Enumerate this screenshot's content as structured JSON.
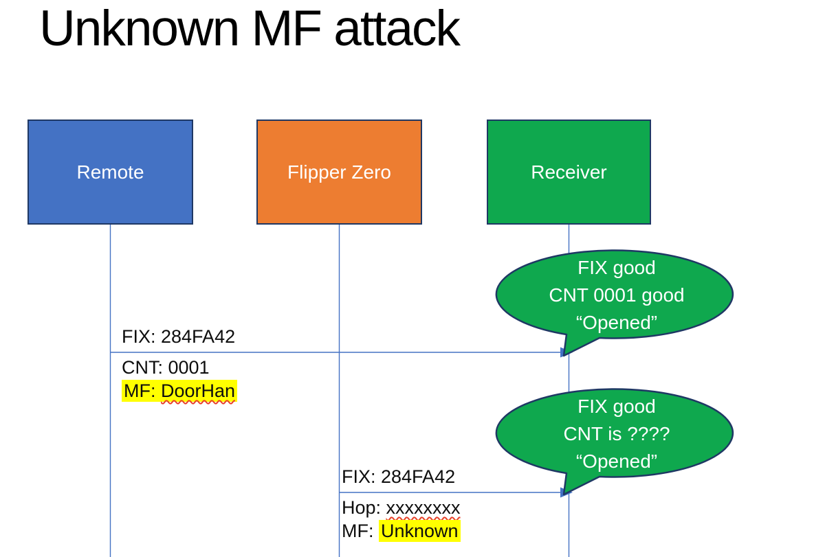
{
  "title": "Unknown MF attack",
  "actors": [
    {
      "id": "remote",
      "label": "Remote",
      "fill": "#4472C4"
    },
    {
      "id": "flipper-zero",
      "label": "Flipper Zero",
      "fill": "#ED7D31"
    },
    {
      "id": "receiver",
      "label": "Receiver",
      "fill": "#0FA84E"
    }
  ],
  "messages": [
    {
      "from": "Remote",
      "to": "Receiver",
      "above": "FIX: 284FA42",
      "below": [
        {
          "prefix": "CNT: ",
          "value": "0001",
          "highlight_prefix": false,
          "highlight_value": false,
          "squiggle": false
        },
        {
          "prefix": "MF: ",
          "value": "DoorHan",
          "highlight_prefix": true,
          "highlight_value": true,
          "squiggle": true
        }
      ]
    },
    {
      "from": "Flipper Zero",
      "to": "Receiver",
      "above": "FIX: 284FA42",
      "below": [
        {
          "prefix": "Hop: ",
          "value": "xxxxxxxx",
          "highlight_prefix": false,
          "highlight_value": false,
          "squiggle": true
        },
        {
          "prefix": "MF: ",
          "value": "Unknown",
          "highlight_prefix": false,
          "highlight_value": true,
          "squiggle": false
        }
      ]
    }
  ],
  "callouts": [
    {
      "speaker": "Receiver",
      "lines": [
        "FIX good",
        "CNT 0001 good",
        "“Opened”"
      ]
    },
    {
      "speaker": "Receiver",
      "lines": [
        "FIX good",
        "CNT is ????",
        "“Opened”"
      ]
    }
  ],
  "colors": {
    "actor_remote_fill": "#4472C4",
    "actor_flipper_fill": "#ED7D31",
    "actor_receiver_fill": "#0FA84E",
    "callout_fill": "#0FA84E",
    "shape_outline": "#1F3864",
    "connector_blue": "#4472C4",
    "highlight_yellow": "#FFFF00",
    "squiggle_red": "#E8402A",
    "title_color": "#000000",
    "label_text": "#0d0d0d",
    "actor_text": "#FFFFFF",
    "background": "#FFFFFF"
  }
}
